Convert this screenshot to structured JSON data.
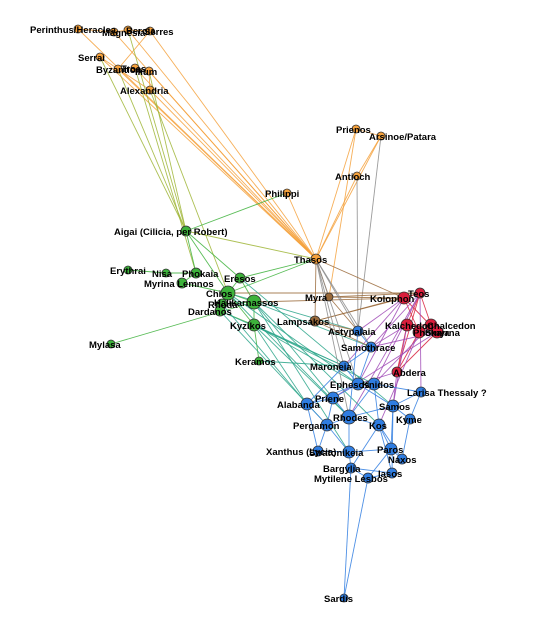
{
  "colors": {
    "orange": "#f5a13c",
    "green": "#3db23b",
    "red": "#d81e3c",
    "blue": "#2f7de1",
    "teal": "#2aa589",
    "purple": "#a04ab6",
    "olive": "#9fb536",
    "brown": "#9a6a3a",
    "gray": "#8a8a8a"
  },
  "nodes": [
    {
      "id": "perinthus",
      "label": "Perinthus/Heraclea",
      "group": "orange",
      "size": 4
    },
    {
      "id": "magnesia",
      "label": "Magnesia",
      "group": "orange",
      "size": 4
    },
    {
      "id": "beroia",
      "label": "Beroia",
      "group": "orange",
      "size": 4
    },
    {
      "id": "serres",
      "label": "Serres",
      "group": "orange",
      "size": 4
    },
    {
      "id": "serrai",
      "label": "Serrai",
      "group": "orange",
      "size": 4
    },
    {
      "id": "byzantion",
      "label": "Byzantion",
      "group": "orange",
      "size": 4
    },
    {
      "id": "troas",
      "label": "Troas",
      "group": "orange",
      "size": 4
    },
    {
      "id": "ilium",
      "label": "Ilium",
      "group": "orange",
      "size": 4
    },
    {
      "id": "alexandria",
      "label": "Alexandria",
      "group": "orange",
      "size": 4
    },
    {
      "id": "priene2",
      "label": "Prienos",
      "group": "orange",
      "size": 4
    },
    {
      "id": "arsinoe",
      "label": "Arsinoe/Patara",
      "group": "orange",
      "size": 4
    },
    {
      "id": "antioch",
      "label": "Antioch",
      "group": "orange",
      "size": 4
    },
    {
      "id": "philippi",
      "label": "Philippi",
      "group": "orange",
      "size": 4
    },
    {
      "id": "thasos",
      "label": "Thasos",
      "group": "orange",
      "size": 5
    },
    {
      "id": "aigai",
      "label": "Aigai (Cilicia, per Robert)",
      "group": "green",
      "size": 5
    },
    {
      "id": "erythrai",
      "label": "Erythrai",
      "group": "green",
      "size": 4
    },
    {
      "id": "nisa",
      "label": "Nisa",
      "group": "green",
      "size": 4
    },
    {
      "id": "phokaia",
      "label": "Phokaia",
      "group": "green",
      "size": 5
    },
    {
      "id": "myrina",
      "label": "Myrina Lemnos",
      "group": "green",
      "size": 5
    },
    {
      "id": "eresos",
      "label": "Eresos",
      "group": "green",
      "size": 5
    },
    {
      "id": "chios",
      "label": "Chios",
      "group": "green",
      "size": 7
    },
    {
      "id": "halikarnassos",
      "label": "Halikarnassos",
      "group": "green",
      "size": 7
    },
    {
      "id": "rhoda",
      "label": "Rhoda",
      "group": "green",
      "size": 5
    },
    {
      "id": "dardanos",
      "label": "Dardanos",
      "group": "green",
      "size": 5
    },
    {
      "id": "kyzikos",
      "label": "Kyzikos",
      "group": "green",
      "size": 6
    },
    {
      "id": "mylasa",
      "label": "Mylasa",
      "group": "green",
      "size": 4
    },
    {
      "id": "keramos",
      "label": "Keramos",
      "group": "green",
      "size": 4
    },
    {
      "id": "myra",
      "label": "Myra",
      "group": "brown",
      "size": 4
    },
    {
      "id": "lampsakos",
      "label": "Lampsakos",
      "group": "brown",
      "size": 5
    },
    {
      "id": "teos",
      "label": "Teos",
      "group": "red",
      "size": 5
    },
    {
      "id": "kolophon",
      "label": "Kolophon",
      "group": "red",
      "size": 6
    },
    {
      "id": "kalchedon",
      "label": "Kalchedon",
      "group": "red",
      "size": 6
    },
    {
      "id": "chalcedon",
      "label": "Chalcedon",
      "group": "red",
      "size": 6
    },
    {
      "id": "phokaia2",
      "label": "Phokaia",
      "group": "red",
      "size": 6
    },
    {
      "id": "smyrna",
      "label": "Smyrna",
      "group": "red",
      "size": 6
    },
    {
      "id": "abdera",
      "label": "Abdera",
      "group": "red",
      "size": 5
    },
    {
      "id": "astypalaia",
      "label": "Astypalaia",
      "group": "blue",
      "size": 5
    },
    {
      "id": "samothrace",
      "label": "Samothrace",
      "group": "blue",
      "size": 5
    },
    {
      "id": "maroneia",
      "label": "Maroneia",
      "group": "blue",
      "size": 5
    },
    {
      "id": "ephesos",
      "label": "Ephesos",
      "group": "blue",
      "size": 6
    },
    {
      "id": "knidos",
      "label": "Knidos",
      "group": "blue",
      "size": 6
    },
    {
      "id": "larisa",
      "label": "Larisa Thessaly ?",
      "group": "blue",
      "size": 5
    },
    {
      "id": "alabanda",
      "label": "Alabanda",
      "group": "blue",
      "size": 6
    },
    {
      "id": "priene",
      "label": "Priene",
      "group": "blue",
      "size": 6
    },
    {
      "id": "samos",
      "label": "Samos",
      "group": "blue",
      "size": 6
    },
    {
      "id": "rhodes",
      "label": "Rhodes",
      "group": "blue",
      "size": 7
    },
    {
      "id": "kyme",
      "label": "Kyme",
      "group": "blue",
      "size": 5
    },
    {
      "id": "pergamon",
      "label": "Pergamon",
      "group": "blue",
      "size": 6
    },
    {
      "id": "kos",
      "label": "Kos",
      "group": "blue",
      "size": 6
    },
    {
      "id": "xanthus",
      "label": "Xanthus (Lycia)",
      "group": "blue",
      "size": 5
    },
    {
      "id": "stratonikeia",
      "label": "Stratonikeia",
      "group": "blue",
      "size": 6
    },
    {
      "id": "paros",
      "label": "Paros",
      "group": "blue",
      "size": 6
    },
    {
      "id": "naxos",
      "label": "Naxos",
      "group": "blue",
      "size": 5
    },
    {
      "id": "bargylia",
      "label": "Bargylia",
      "group": "blue",
      "size": 5
    },
    {
      "id": "iasos",
      "label": "Iasos",
      "group": "blue",
      "size": 5
    },
    {
      "id": "mytilene",
      "label": "Mytilene Lesbos",
      "group": "blue",
      "size": 5
    },
    {
      "id": "sardis",
      "label": "Sardis",
      "group": "blue",
      "size": 4
    }
  ]
}
